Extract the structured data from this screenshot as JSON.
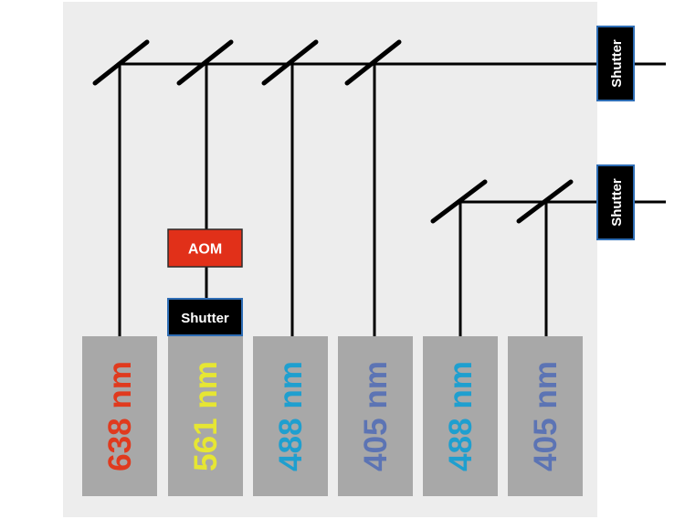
{
  "colors": {
    "panel": "#ededed",
    "laser_box": "#a8a8a8",
    "line": "#000000",
    "shutter_fill": "#000000",
    "shutter_border": "#2e6db5",
    "shutter_text": "#ffffff",
    "aom_fill": "#e13019",
    "aom_border": "#2b2b2b",
    "aom_text": "#ffffff"
  },
  "lasers": [
    {
      "id": "laser-638",
      "number": "638",
      "unit": " nm",
      "number_color": "#e03a1e",
      "unit_color": "#e03a1e"
    },
    {
      "id": "laser-561",
      "number": "561",
      "unit": " nm",
      "number_color": "#e6e633",
      "unit_color": "#e6e633"
    },
    {
      "id": "laser-488-a",
      "number": "488",
      "unit": " nm",
      "number_color": "#1f9fcf",
      "unit_color": "#1f9fcf"
    },
    {
      "id": "laser-405-a",
      "number": "405",
      "unit": " nm",
      "number_color": "#5c74b4",
      "unit_color": "#5c74b4"
    },
    {
      "id": "laser-488-b",
      "number": "488",
      "unit": " nm",
      "number_color": "#1f9fcf",
      "unit_color": "#1f9fcf"
    },
    {
      "id": "laser-405-b",
      "number": "405",
      "unit": " nm",
      "number_color": "#5c74b4",
      "unit_color": "#5c74b4"
    }
  ],
  "shutter_top": {
    "label": "Shutter"
  },
  "shutter_mid": {
    "label": "Shutter"
  },
  "shutter_561": {
    "label": "Shutter"
  },
  "aom": {
    "label": "AOM"
  }
}
